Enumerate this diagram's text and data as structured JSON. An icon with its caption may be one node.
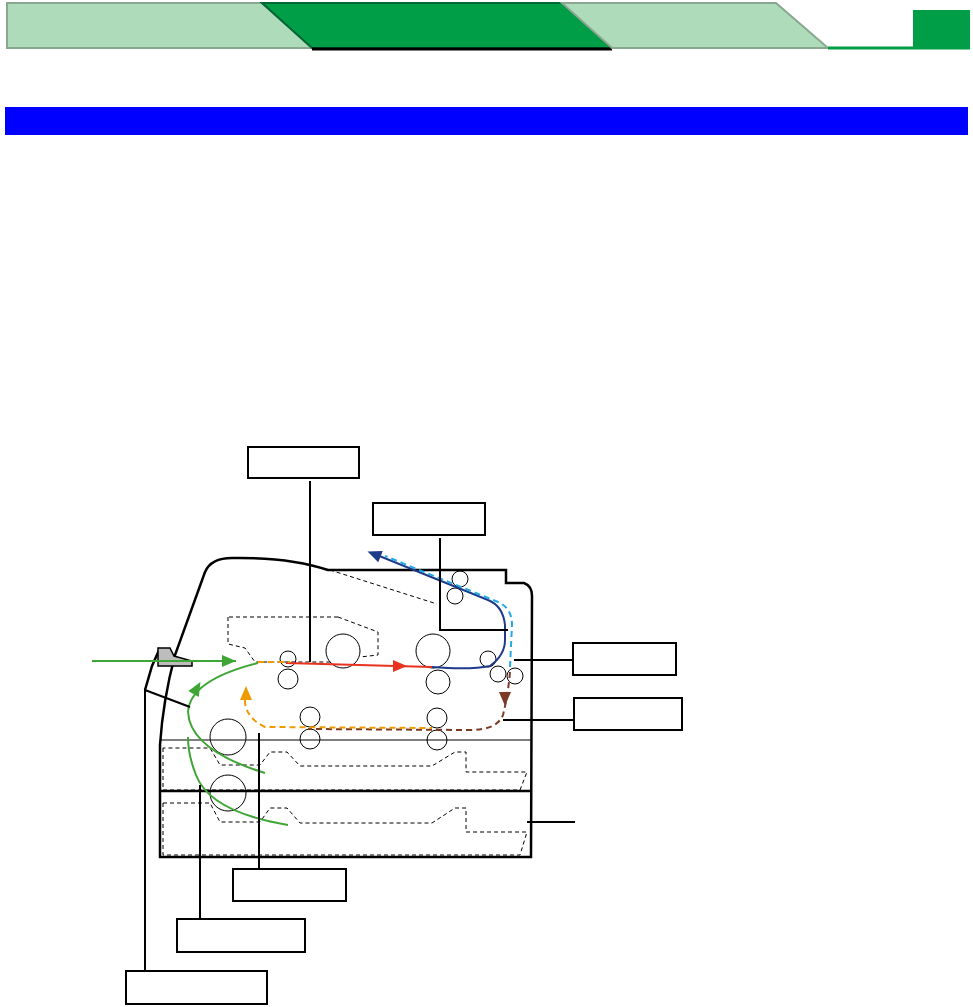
{
  "diagram": {
    "nodes": [
      {
        "text": [],
        "shape": "box"
      },
      {
        "text": [],
        "shape": "box"
      },
      {
        "text": [],
        "shape": "box"
      },
      {
        "text": [],
        "shape": "box"
      },
      {
        "text": [],
        "shape": "box"
      },
      {
        "text": [],
        "shape": "box"
      },
      {
        "text": [],
        "shape": "box"
      }
    ],
    "edges": [
      {
        "from": 0,
        "to": null,
        "arrow": "none"
      },
      {
        "from": 1,
        "to": null,
        "arrow": "none"
      },
      {
        "from": 2,
        "to": null,
        "arrow": "none"
      },
      {
        "from": 3,
        "to": null,
        "arrow": "none"
      },
      {
        "from": 4,
        "to": null,
        "arrow": "none"
      },
      {
        "from": 5,
        "to": null,
        "arrow": "none"
      },
      {
        "from": 6,
        "to": null,
        "arrow": "none"
      }
    ]
  }
}
